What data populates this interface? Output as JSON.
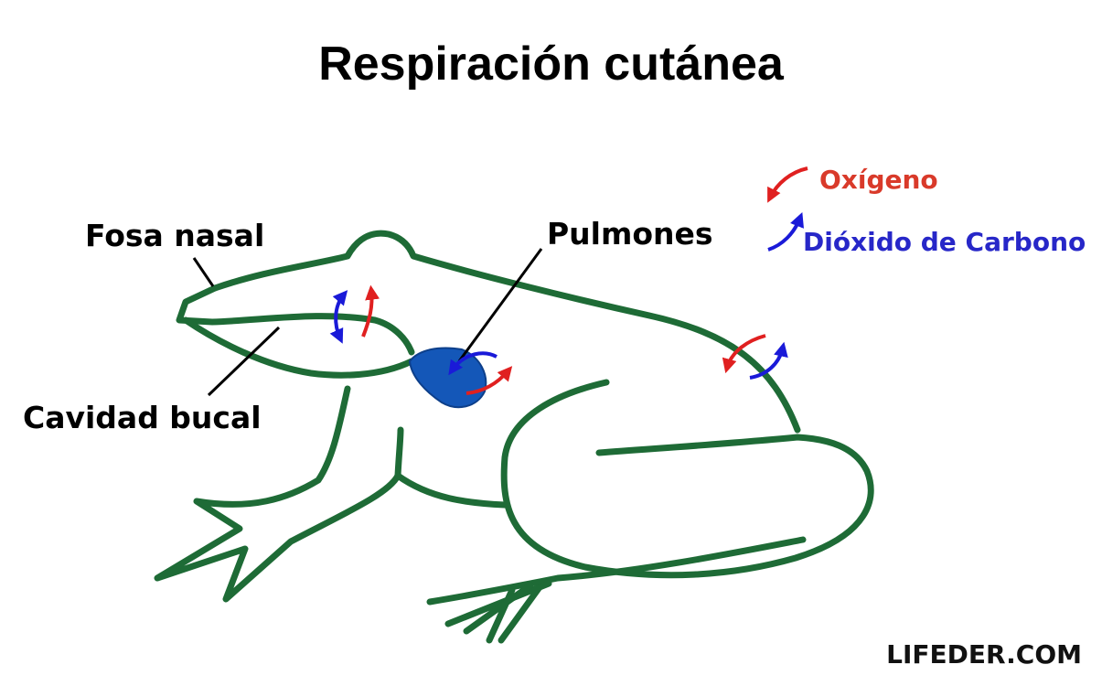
{
  "title": "Respiración cutánea",
  "labels": {
    "fosa_nasal": "Fosa nasal",
    "cavidad_bucal": "Cavidad bucal",
    "pulmones": "Pulmones"
  },
  "legend": {
    "oxigeno": "Oxígeno",
    "dioxido": "Dióxido de Carbono"
  },
  "brand": "LIFEDER.COM",
  "colors": {
    "frog_outline": "#1e6b36",
    "lung": "#1457b8",
    "oxygen": "#e02020",
    "carbon_dioxide": "#1a1ad8",
    "oxygen_text": "#d93a2a",
    "carbon_dioxide_text": "#2727c8"
  }
}
